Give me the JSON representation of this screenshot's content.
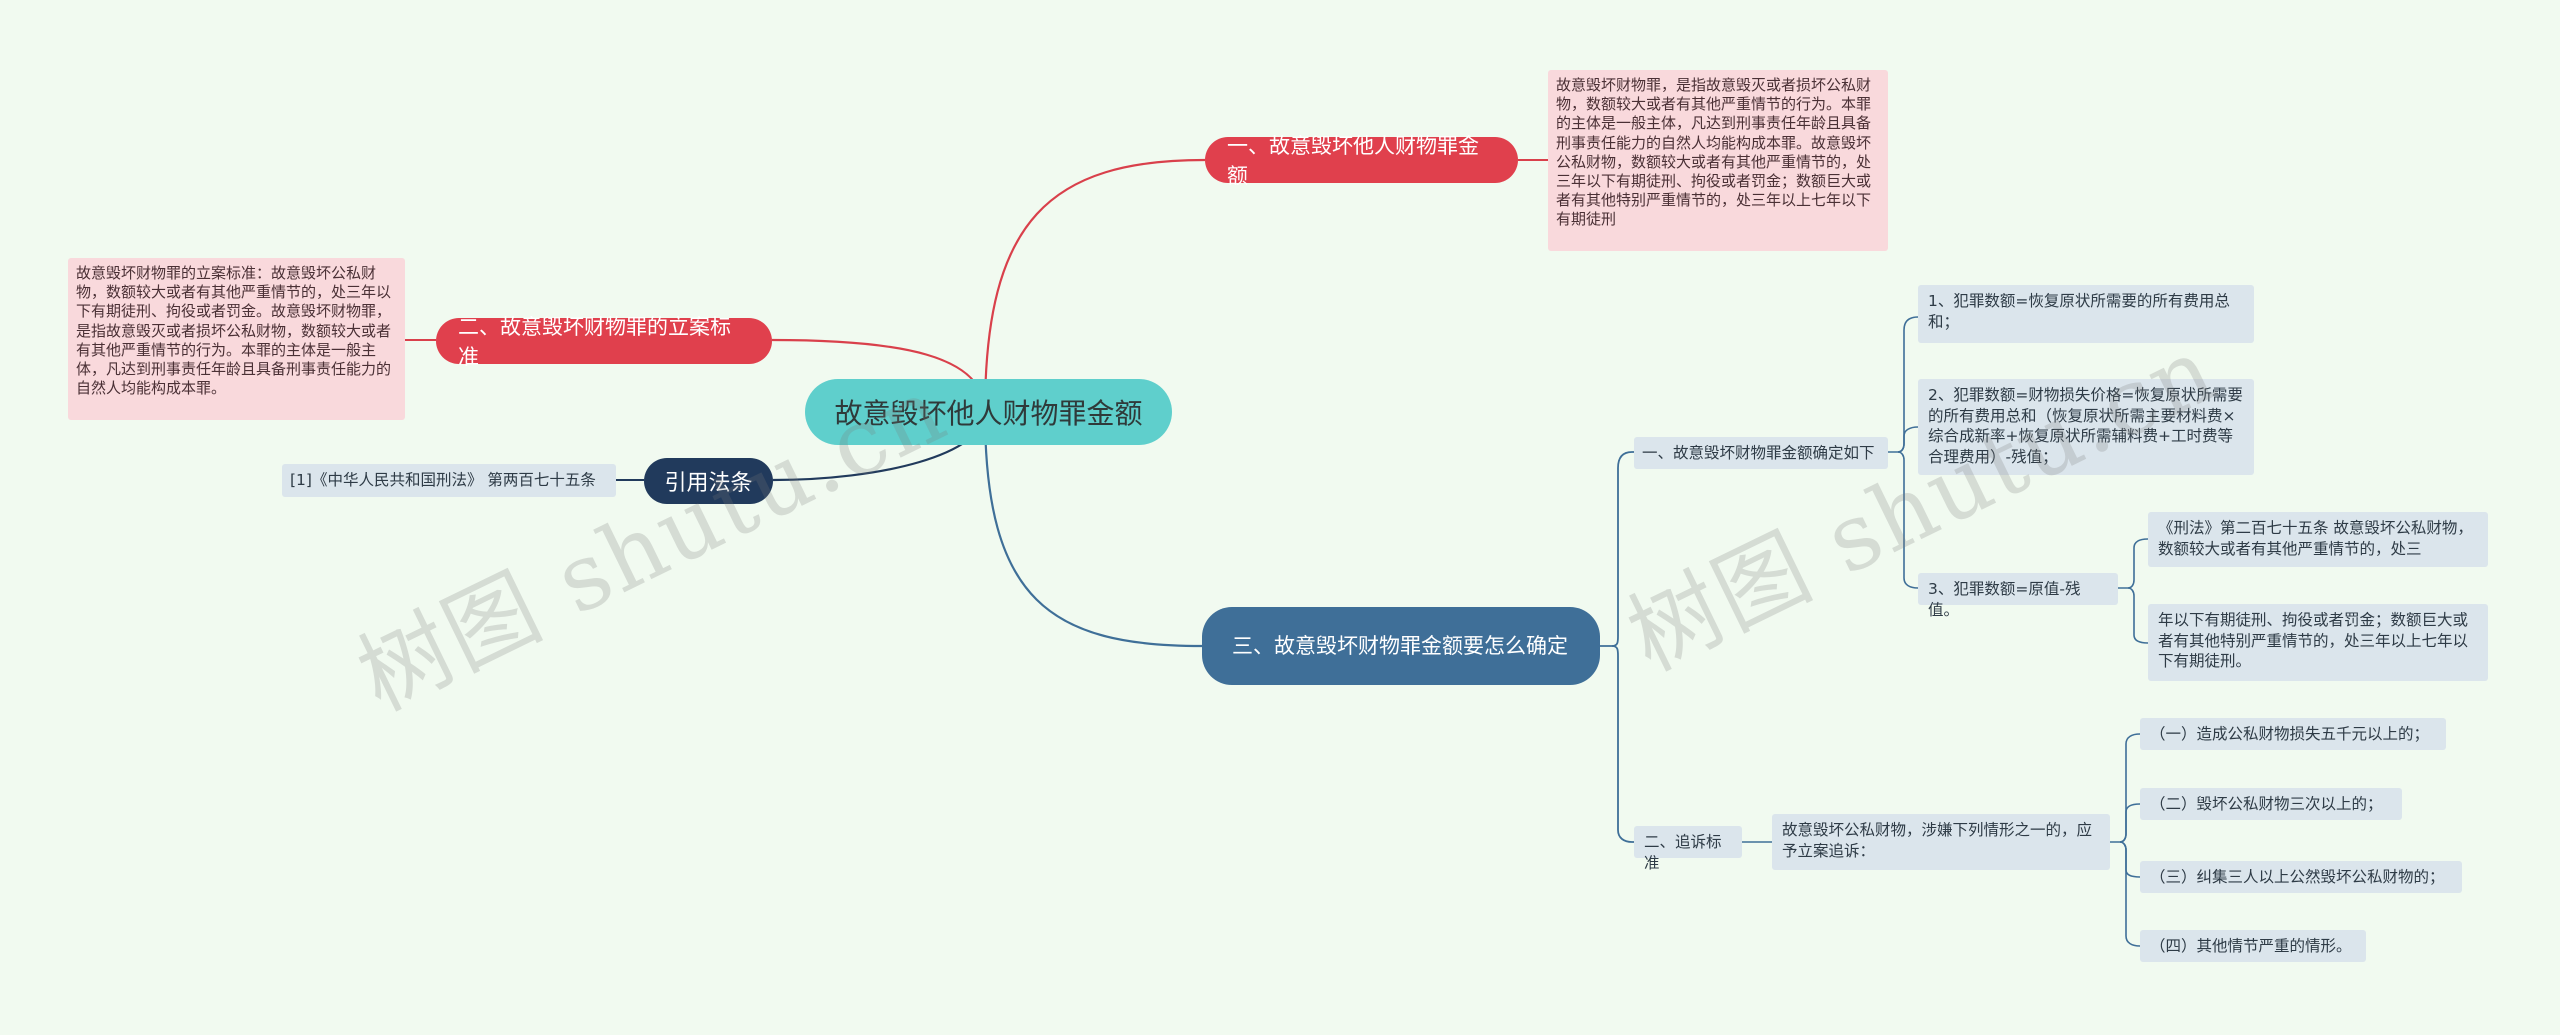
{
  "root": "故意毁坏他人财物罪金额",
  "branch1": {
    "title": "一、故意毁坏他人财物罪金额",
    "detail": "故意毁坏财物罪，是指故意毁灭或者损坏公私财物，数额较大或者有其他严重情节的行为。本罪的主体是一般主体，凡达到刑事责任年龄且具备刑事责任能力的自然人均能构成本罪。故意毁坏公私财物，数额较大或者有其他严重情节的，处三年以下有期徒刑、拘役或者罚金；数额巨大或者有其他特别严重情节的，处三年以上七年以下有期徒刑"
  },
  "branch2": {
    "title": "二、故意毁坏财物罪的立案标准",
    "detail": "故意毁坏财物罪的立案标准：故意毁坏公私财物，数额较大或者有其他严重情节的，处三年以下有期徒刑、拘役或者罚金。故意毁坏财物罪，是指故意毁灭或者损坏公私财物，数额较大或者有其他严重情节的行为。本罪的主体是一般主体，凡达到刑事责任年龄且具备刑事责任能力的自然人均能构成本罪。"
  },
  "cite": {
    "title": "引用法条",
    "item": "[1]《中华人民共和国刑法》 第两百七十五条"
  },
  "branch3": {
    "title": "三、故意毁坏财物罪金额要怎么确定",
    "sub1": {
      "label": "一、故意毁坏财物罪金额确定如下",
      "items": [
        "1、犯罪数额=恢复原状所需要的所有费用总和；",
        "2、犯罪数额=财物损失价格=恢复原状所需要的所有费用总和（恢复原状所需主要材料费×综合成新率+恢复原状所需辅料费+工时费等合理费用）-残值；",
        "3、犯罪数额=原值-残值。"
      ],
      "item3_children": [
        "《刑法》第二百七十五条 故意毁坏公私财物，数额较大或者有其他严重情节的，处三",
        "年以下有期徒刑、拘役或者罚金；数额巨大或者有其他特别严重情节的，处三年以上七年以下有期徒刑。"
      ]
    },
    "sub2": {
      "label": "二、追诉标准",
      "intro": "故意毁坏公私财物，涉嫌下列情形之一的，应予立案追诉：",
      "items": [
        "（一）造成公私财物损失五千元以上的；",
        "（二）毁坏公私财物三次以上的；",
        "（三）纠集三人以上公然毁坏公私财物的；",
        "（四）其他情节严重的情形。"
      ]
    }
  },
  "watermark": [
    "树图 shutu.cn",
    "树图 shutu.cn"
  ],
  "colors": {
    "background": "#f1faf0",
    "root": "#5fcfcc",
    "red": "#e0404d",
    "navy": "#213a5c",
    "steel": "#3f6f98",
    "pink_box": "#f9d9dc",
    "gray_box": "#dbe5ec"
  }
}
